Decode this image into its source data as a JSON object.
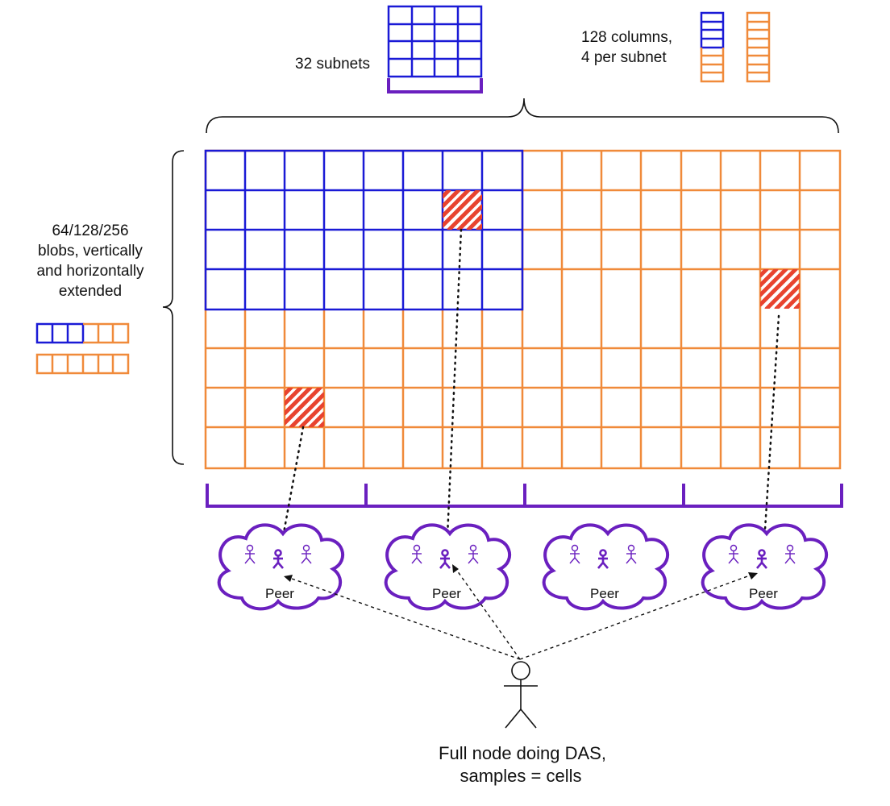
{
  "labels": {
    "subnets": "32 subnets",
    "columns_line1": "128 columns,",
    "columns_line2": "4 per subnet",
    "blobs_line1": "64/128/256",
    "blobs_line2": "blobs, vertically",
    "blobs_line3": "and horizontally",
    "blobs_line4": "extended",
    "fullnode_line1": "Full node doing DAS,",
    "fullnode_line2": "samples = cells"
  },
  "peers": [
    {
      "label": "Peer"
    },
    {
      "label": "Peer"
    },
    {
      "label": "Peer"
    },
    {
      "label": "Peer"
    }
  ],
  "colors": {
    "original": "#1a1ad6",
    "extended": "#f08a3a",
    "subnet": "#6a1fbf",
    "sample": "#e8432f",
    "ink": "#111111"
  },
  "icons": {
    "peer_cloud": "cloud-icon",
    "peer_member": "person-icon",
    "full_node": "person-icon",
    "sampled_cell": "hatched-cell-icon"
  }
}
